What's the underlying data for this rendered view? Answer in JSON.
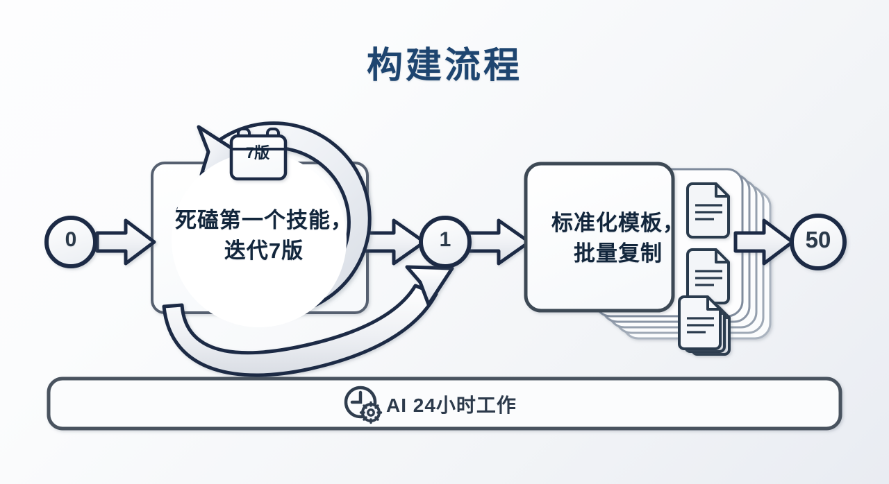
{
  "page": {
    "title": "构建流程",
    "title_color": "#1e4570",
    "background_from": "#fdfdfe",
    "background_to": "#e9ecf2",
    "stroke_color": "#1b2b45",
    "fill_color": "#f5f7fa"
  },
  "nodes": {
    "start": {
      "label": "0",
      "name": "node-zero"
    },
    "middle": {
      "label": "1",
      "name": "node-one"
    },
    "end": {
      "label": "50",
      "name": "node-fifty"
    }
  },
  "steps": [
    {
      "id": "iterate",
      "text": "死磕第一个技能，\n迭代7版",
      "badge": "7版",
      "badge_icon": "calendar-icon",
      "loop_icon": "circular-arrow-icon"
    },
    {
      "id": "replicate",
      "text": "标准化模板，\n批量复制",
      "doc_icon": "document-icon",
      "stack_count": 5
    }
  ],
  "footer": {
    "label": "AI 24小时工作",
    "icon": "clock-gear-icon"
  }
}
